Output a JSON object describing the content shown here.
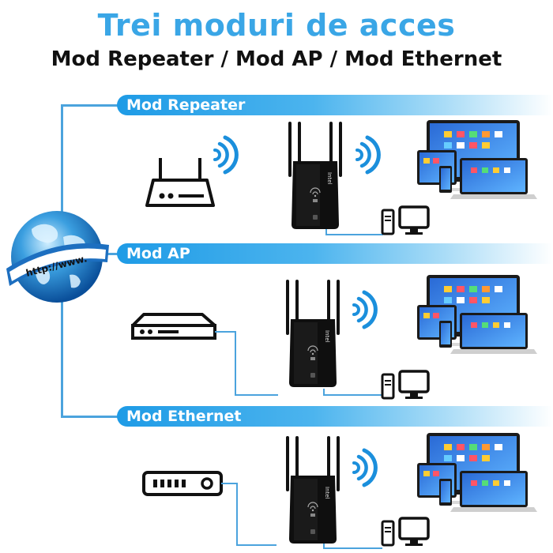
{
  "header": {
    "title": "Trei moduri de acces",
    "subtitle": "Mod Repeater / Mod AP / Mod Ethernet"
  },
  "modes": [
    {
      "label": "Mod Repeater"
    },
    {
      "label": "Mod AP"
    },
    {
      "label": "Mod Ethernet"
    }
  ],
  "globe": {
    "text": "http://www."
  },
  "device": {
    "brand_text": "Intel"
  },
  "colors": {
    "title": "#3aa6e6",
    "banner": "#1e9be6",
    "line": "#4ba3dd",
    "device": "#111111",
    "wifi": "#1b8fdc"
  },
  "icons": [
    "globe-icon",
    "router-icon",
    "access-point-icon",
    "modem-icon",
    "wifi-extender-icon",
    "wifi-signal-icon",
    "desktop-pc-icon",
    "devices-icon"
  ]
}
